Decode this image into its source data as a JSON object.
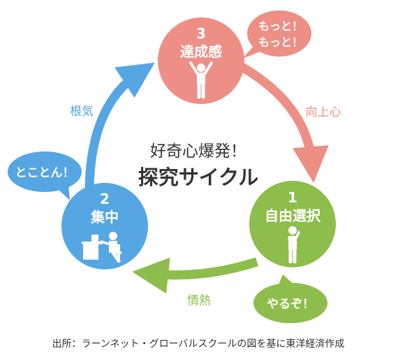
{
  "center": {
    "line1": "好奇心爆発！",
    "line2": "探究サイクル"
  },
  "nodes": [
    {
      "number": "3",
      "label": "達成感",
      "color": "#ee8f86",
      "icon": "cheering-person-icon"
    },
    {
      "number": "1",
      "label": "自由選択",
      "color": "#8dbd4b",
      "icon": "thinking-person-icon"
    },
    {
      "number": "2",
      "label": "集中",
      "color": "#55a6e3",
      "icon": "person-at-desk-icon"
    }
  ],
  "arrows": [
    {
      "label": "向上心",
      "color": "#ee8f86"
    },
    {
      "label": "情熱",
      "color": "#8dbd4b"
    },
    {
      "label": "根気",
      "color": "#55a6e3"
    }
  ],
  "bubbles": [
    {
      "lines": [
        "もっと！",
        "もっと！"
      ],
      "color": "#ee8f86"
    },
    {
      "lines": [
        "やるぞ！"
      ],
      "color": "#8dbd4b"
    },
    {
      "lines": [
        "とことん！"
      ],
      "color": "#55a6e3"
    }
  ],
  "source": "出所：ラーンネット・グローバルスクールの図を基に東洋経済作成"
}
